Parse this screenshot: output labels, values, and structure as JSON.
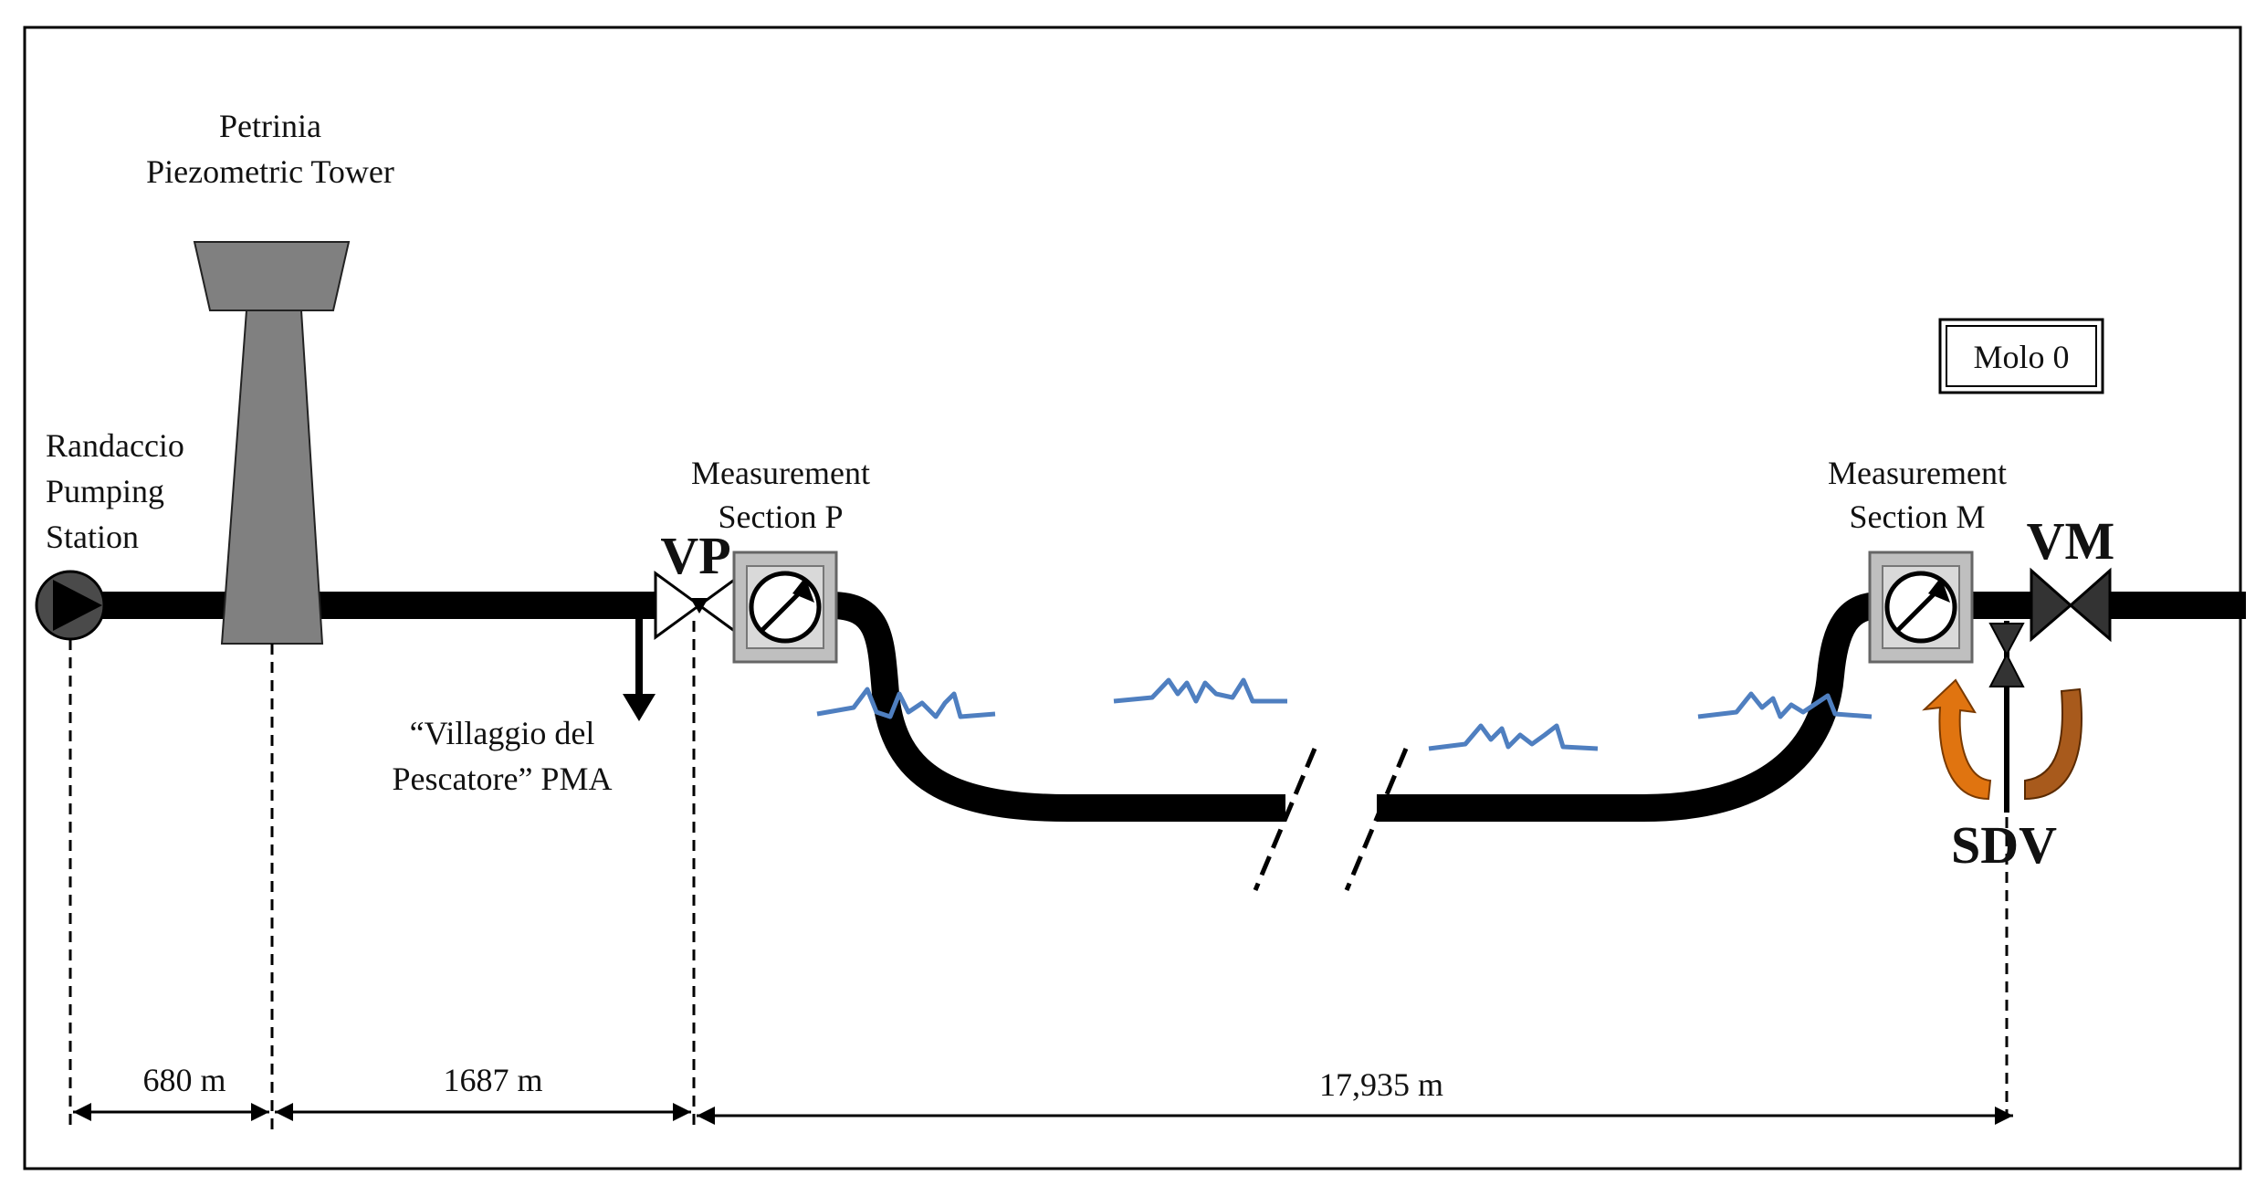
{
  "labels": {
    "pumping_station": [
      "Randaccio",
      "Pumping",
      "Station"
    ],
    "tower": [
      "Petrinia",
      "Piezometric Tower"
    ],
    "pma": [
      "“Villaggio del",
      "Pescatore” PMA"
    ],
    "section_p": [
      "Measurement",
      "Section P"
    ],
    "section_m": [
      "Measurement",
      "Section M"
    ],
    "molo": "Molo 0",
    "vp": "VP",
    "vm": "VM",
    "sdv": "SDV"
  },
  "distances": {
    "d1": "680 m",
    "d2": "1687 m",
    "d3": "17,935 m"
  },
  "colors": {
    "pipe": "#000000",
    "tower": "#808080",
    "water": "#4f7fc0",
    "arrow_orange": "#e07410",
    "arrow_brown": "#a85a1c",
    "gauge_box": "#bfbfbf"
  },
  "icons": [
    "pump-icon",
    "tower-icon",
    "gate-valve-icon",
    "pressure-gauge-icon",
    "flow-arrow-icon",
    "break-mark-icon",
    "water-wave-icon"
  ]
}
